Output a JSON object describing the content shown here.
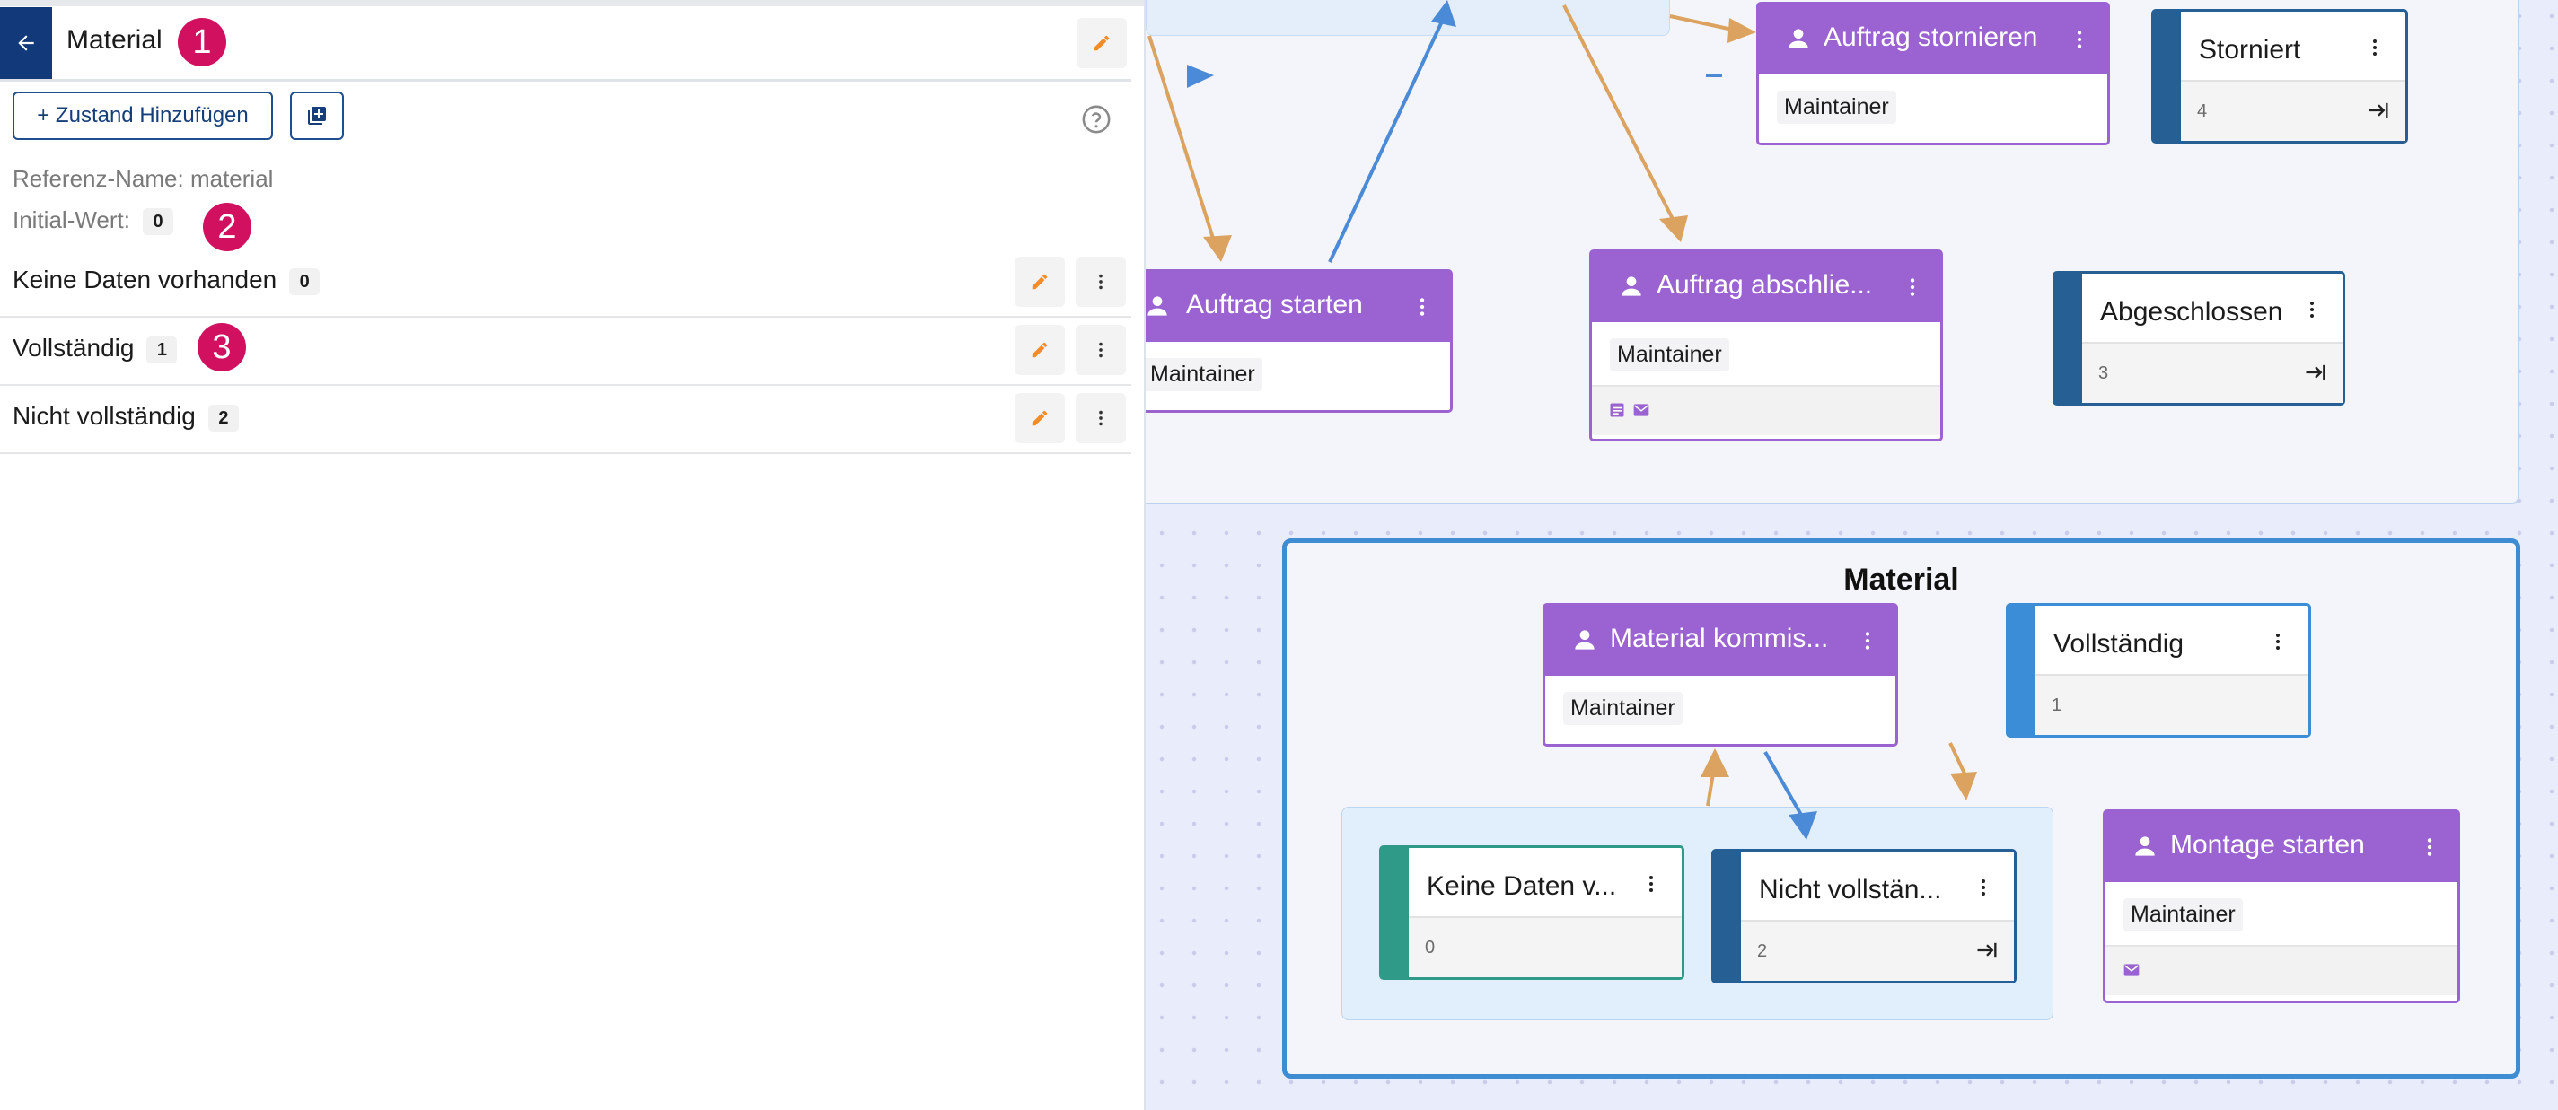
{
  "panel": {
    "title": "Material",
    "add_state_label": "+ Zustand Hinzufügen",
    "reference_name": "Referenz-Name: material",
    "initial_value_label": "Initial-Wert:",
    "initial_value": "0",
    "states": [
      {
        "label": "Keine Daten vorhanden",
        "value": "0"
      },
      {
        "label": "Vollständig",
        "value": "1"
      },
      {
        "label": "Nicht vollständig",
        "value": "2"
      }
    ],
    "callouts": [
      "1",
      "2",
      "3"
    ],
    "accent_color": "#123a7a",
    "callout_color": "#d1105f",
    "edit_icon_color": "#f28c28"
  },
  "canvas": {
    "action_color": "#9b63d1",
    "actions": [
      {
        "title": "Auftrag stornieren",
        "role": "Maintainer"
      },
      {
        "title": "Auftrag starten",
        "role": "Maintainer"
      },
      {
        "title": "Auftrag abschlie...",
        "role": "Maintainer"
      },
      {
        "title": "Material kommis...",
        "role": "Maintainer"
      },
      {
        "title": "Montage starten",
        "role": "Maintainer"
      }
    ],
    "states": [
      {
        "title": "Storniert",
        "value": "4",
        "final": true
      },
      {
        "title": "Abgeschlossen",
        "value": "3",
        "final": true
      },
      {
        "title": "Vollständig",
        "value": "1",
        "final": false
      },
      {
        "title": "Keine Daten v...",
        "value": "0",
        "final": false
      },
      {
        "title": "Nicht vollstän...",
        "value": "2",
        "final": true
      }
    ],
    "material_group_title": "Material",
    "edge_colors": {
      "orange": "#dba35f",
      "blue": "#4b8ad6"
    }
  }
}
